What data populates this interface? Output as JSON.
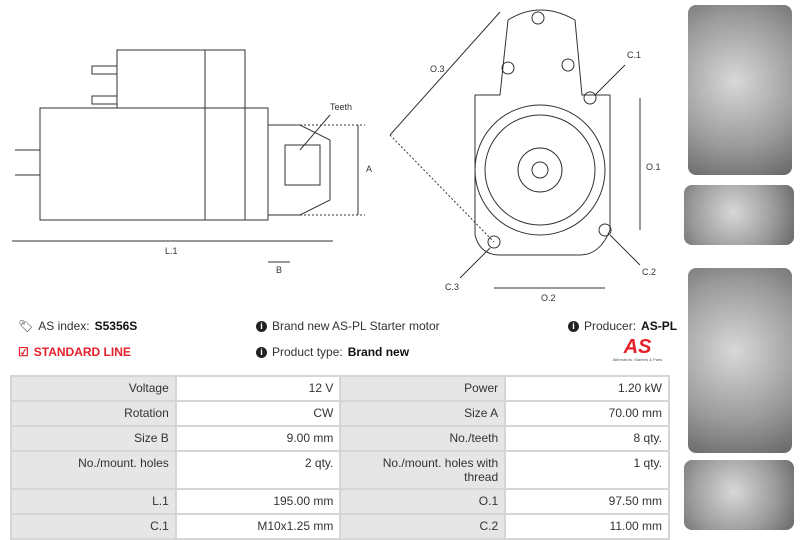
{
  "diagram": {
    "labels": {
      "teeth": "Teeth",
      "a": "A",
      "b": "B",
      "l1": "L.1",
      "o3": "O.3",
      "c1": "C.1",
      "o1": "O.1",
      "c3": "C.3",
      "c2": "C.2",
      "o2": "O.2"
    }
  },
  "info": {
    "as_index_label": "AS index:",
    "as_index_value": "S5356S",
    "standard_line": "STANDARD LINE",
    "description": "Brand new AS-PL Starter motor",
    "product_type_label": "Product type:",
    "product_type_value": "Brand new",
    "producer_label": "Producer:",
    "producer_value": "AS-PL",
    "logo_text": "AS",
    "logo_tagline": "Alternators, Starters & Parts"
  },
  "specs": [
    [
      "Voltage",
      "12 V",
      "Power",
      "1.20 kW"
    ],
    [
      "Rotation",
      "CW",
      "Size A",
      "70.00 mm"
    ],
    [
      "Size B",
      "9.00 mm",
      "No./teeth",
      "8 qty."
    ],
    [
      "No./mount. holes",
      "2 qty.",
      "No./mount. holes with thread",
      "1 qty."
    ],
    [
      "L.1",
      "195.00 mm",
      "O.1",
      "97.50 mm"
    ],
    [
      "C.1",
      "M10x1.25 mm",
      "C.2",
      "11.00 mm"
    ]
  ],
  "colors": {
    "accent": "#e4202a",
    "table_label_bg": "#e6e6e6",
    "border": "#d6d6d6"
  }
}
